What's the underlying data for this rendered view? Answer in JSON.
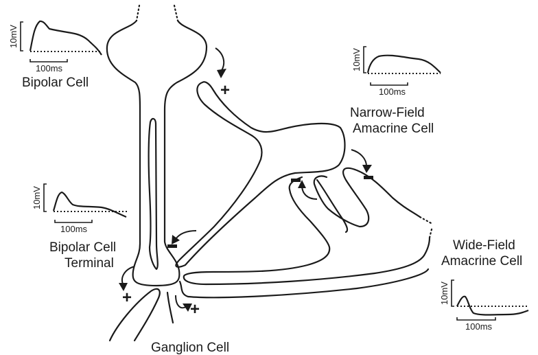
{
  "labels": {
    "bipolar_cell": "Bipolar Cell",
    "bipolar_terminal_line1": "Bipolar Cell",
    "bipolar_terminal_line2": "Terminal",
    "narrow_field_line1": "Narrow-Field",
    "narrow_field_line2": "Amacrine Cell",
    "wide_field_line1": "Wide-Field",
    "wide_field_line2": "Amacrine Cell",
    "ganglion_cell": "Ganglion Cell"
  },
  "traces": {
    "bipolar_cell": {
      "voltage_scale": "10mV",
      "time_scale": "100ms"
    },
    "bipolar_terminal": {
      "voltage_scale": "10mV",
      "time_scale": "100ms"
    },
    "narrow_field": {
      "voltage_scale": "10mV",
      "time_scale": "100ms"
    },
    "wide_field": {
      "voltage_scale": "10mV",
      "time_scale": "100ms"
    }
  },
  "synapses": {
    "bipolar_to_narrow": "+",
    "bipolar_to_ganglion": "+",
    "bipolar_to_wide": "+"
  }
}
